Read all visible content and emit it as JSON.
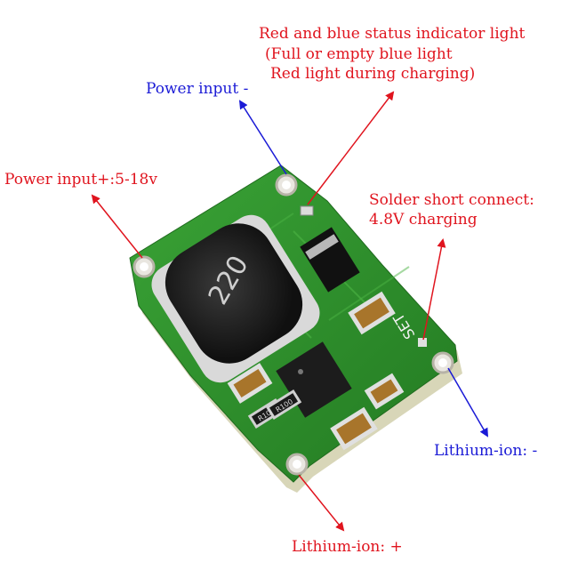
{
  "labels": {
    "status_line1": "Red and blue status indicator light",
    "status_line2": "(Full or empty blue light",
    "status_line3": "Red light during charging)",
    "power_minus": "Power input -",
    "power_plus": "Power input+:5-18v",
    "solder_line1": "Solder short connect:",
    "solder_line2": "4.8V charging",
    "lithium_minus": "Lithium-ion: -",
    "lithium_plus": "Lithium-ion: +"
  },
  "board_markings": {
    "inductor": "220",
    "set_label": "SET",
    "resistor1": "R100",
    "resistor2": "R100"
  },
  "colors": {
    "red_text": "#e0141e",
    "blue_text": "#1a1ad6",
    "pcb_green": "#2f8a2c",
    "inductor_black": "#1e1e1e"
  }
}
